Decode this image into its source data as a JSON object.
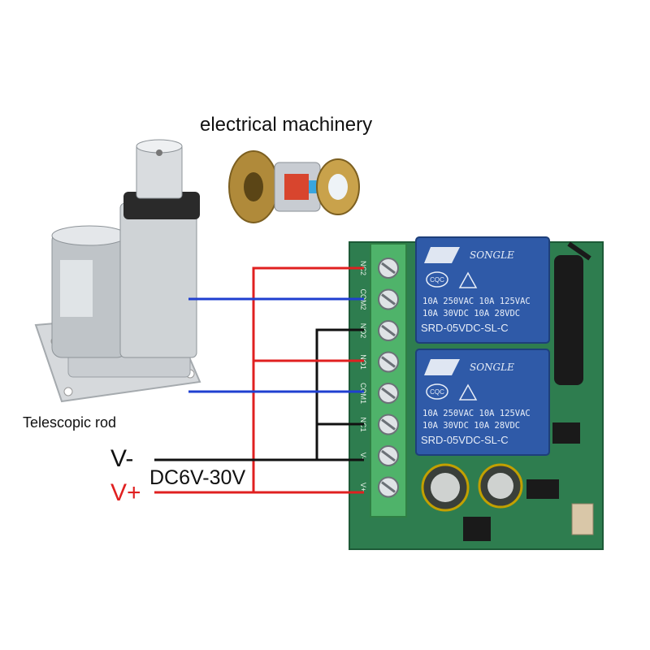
{
  "labels": {
    "motor": "electrical machinery",
    "actuator": "Telescopic rod",
    "v_minus": "V-",
    "v_plus": "V+",
    "supply": "DC6V-30V"
  },
  "relays": [
    {
      "brand": "SONGLE",
      "rating1": "10A 250VAC   10A 125VAC",
      "rating2": "10A 30VDC   10A 28VDC",
      "model": "SRD-05VDC-SL-C",
      "cert": "CQC"
    },
    {
      "brand": "SONGLE",
      "rating1": "10A 250VAC   10A 125VAC",
      "rating2": "10A 30VDC   10A 28VDC",
      "model": "SRD-05VDC-SL-C",
      "cert": "CQC"
    }
  ],
  "terminals": [
    "NC2",
    "COM2",
    "NO2",
    "NO1",
    "COM1",
    "NC1",
    "V-",
    "V+"
  ],
  "colors": {
    "wire_red": "#e02020",
    "wire_blue": "#1f3fd0",
    "wire_black": "#111111",
    "pcb": "#2e7d4f",
    "terminal": "#4fb36a",
    "relay": "#2f5aa8"
  }
}
